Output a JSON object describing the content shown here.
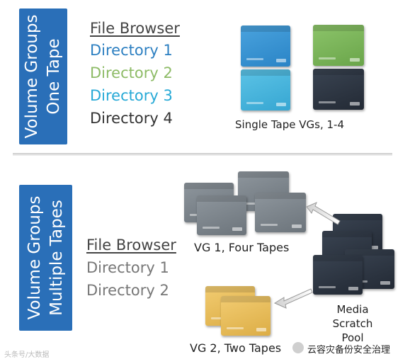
{
  "top_section": {
    "label_line1": "Volume Groups",
    "label_line2": "One Tape",
    "file_browser": "File Browser",
    "directories": [
      {
        "text": "Directory 1",
        "color": "#2c7fc1"
      },
      {
        "text": "Directory 2",
        "color": "#8dbb66"
      },
      {
        "text": "Directory 3",
        "color": "#26a9d6"
      },
      {
        "text": "Directory 4",
        "color": "#333333"
      }
    ],
    "caption": "Single Tape VGs, 1-4",
    "tape_colors": [
      "blue",
      "green",
      "cyan",
      "navy"
    ]
  },
  "bottom_section": {
    "label_line1": "Volume Groups",
    "label_line2": "Multiple Tapes",
    "file_browser": "File Browser",
    "directories": [
      {
        "text": "Directory 1",
        "color": "#777777"
      },
      {
        "text": "Directory 2",
        "color": "#777777"
      }
    ],
    "vg1_caption": "VG 1, Four Tapes",
    "vg2_caption": "VG 2, Two Tapes",
    "scratch_line1": "Media",
    "scratch_line2": "Scratch",
    "scratch_line3": "Pool"
  },
  "watermark_left": "头条号/大数据",
  "watermark_right": "云容灾备份安全治理",
  "colors": {
    "label_bar": "#2a6fb8",
    "tape_blue": "#2a84c6",
    "tape_green": "#6aa54a",
    "tape_cyan": "#36a6d2",
    "tape_navy": "#232a35",
    "tape_gray": "#6c747b",
    "tape_gold": "#dcad45"
  }
}
